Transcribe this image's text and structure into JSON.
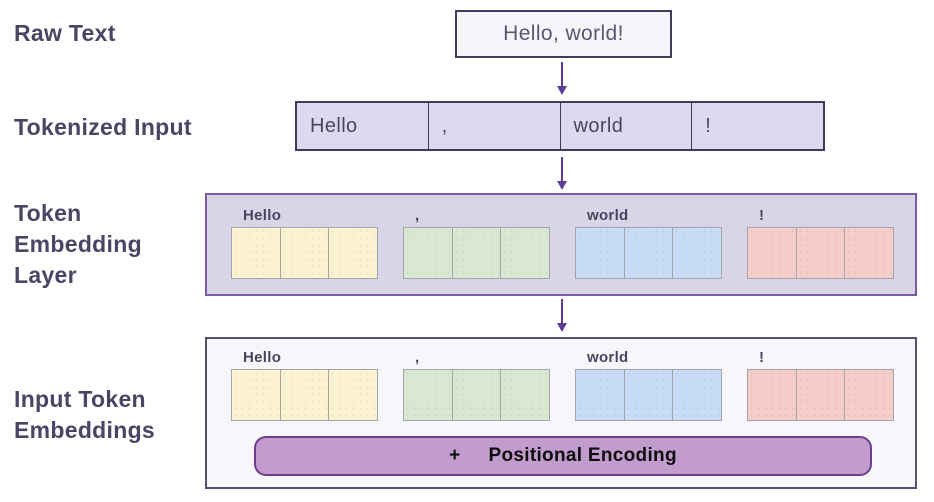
{
  "diagram": {
    "raw_text": {
      "heading": "Raw Text",
      "value": "Hello, world!"
    },
    "tokenized": {
      "heading": "Tokenized Input",
      "tokens": [
        "Hello",
        ",",
        "world",
        "!"
      ]
    },
    "embedding_layer": {
      "heading": "Token Embedding Layer",
      "tokens": [
        "Hello",
        ",",
        "world",
        "!"
      ],
      "cells_per_token": 3
    },
    "input_embeddings": {
      "heading": "Input Token Embeddings",
      "tokens": [
        "Hello",
        ",",
        "world",
        "!"
      ],
      "cells_per_token": 3,
      "positional": {
        "plus": "+",
        "label": "Positional Encoding"
      }
    }
  },
  "palette": {
    "heading_text": "#4c4464",
    "arrow": "#5e3c96",
    "token_cell_fill": "#dbdaf0",
    "token_cell_border": "#413c5c",
    "raw_box_fill": "#f6f6fa",
    "embedding_box_fill": "#d7d5e6",
    "embedding_box_border": "#7a5ba8",
    "input_box_fill": "#f7f7fb",
    "input_box_border": "#56506e",
    "positional_bar_fill": "#c39cce",
    "positional_bar_border": "#6f3d8c",
    "embedding_colors": {
      "Hello": "#fcf3d0",
      "comma": "#d9e9d1",
      "world": "#c8dcf7",
      "exclamation": "#f5cdc9"
    }
  }
}
